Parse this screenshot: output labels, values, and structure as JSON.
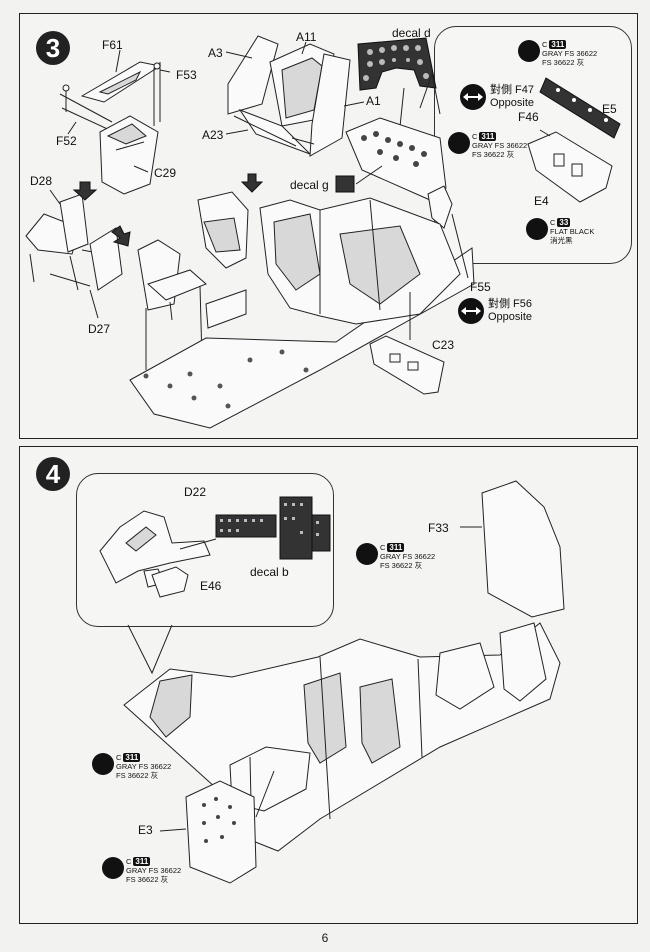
{
  "page_number": "6",
  "step3": {
    "number": "3",
    "labels": {
      "f61": "F61",
      "f53": "F53",
      "f52": "F52",
      "c29": "C29",
      "d28": "D28",
      "d27": "D27",
      "a3": "A3",
      "a11": "A11",
      "a1": "A1",
      "a23": "A23",
      "decal_d": "decal d",
      "decal_g": "decal g",
      "e5": "E5",
      "f46": "F46",
      "e4": "E4",
      "f55": "F55",
      "c23": "C23"
    },
    "opposite_top": {
      "ref": "對側 F47",
      "text": "Opposite"
    },
    "opposite_bottom": {
      "ref": "對側 F56",
      "text": "Opposite"
    },
    "paint_gray_1": {
      "code": "311",
      "line1": "GRAY FS 36622",
      "line2": "FS 36622 灰"
    },
    "paint_gray_2": {
      "code": "311",
      "line1": "GRAY FS 36622",
      "line2": "FS 36622 灰"
    },
    "paint_black": {
      "code": "33",
      "line1": "FLAT BLACK",
      "line2": "消光黑"
    }
  },
  "step4": {
    "number": "4",
    "labels": {
      "d22": "D22",
      "decal_b": "decal b",
      "e46": "E46",
      "f33": "F33",
      "e3": "E3"
    },
    "paint_gray_1": {
      "code": "311",
      "line1": "GRAY FS 36622",
      "line2": "FS 36622 灰"
    },
    "paint_gray_2": {
      "code": "311",
      "line1": "GRAY FS 36622",
      "line2": "FS 36622 灰"
    },
    "paint_gray_3": {
      "code": "311",
      "line1": "GRAY FS 36622",
      "line2": "FS 36622 灰"
    }
  }
}
